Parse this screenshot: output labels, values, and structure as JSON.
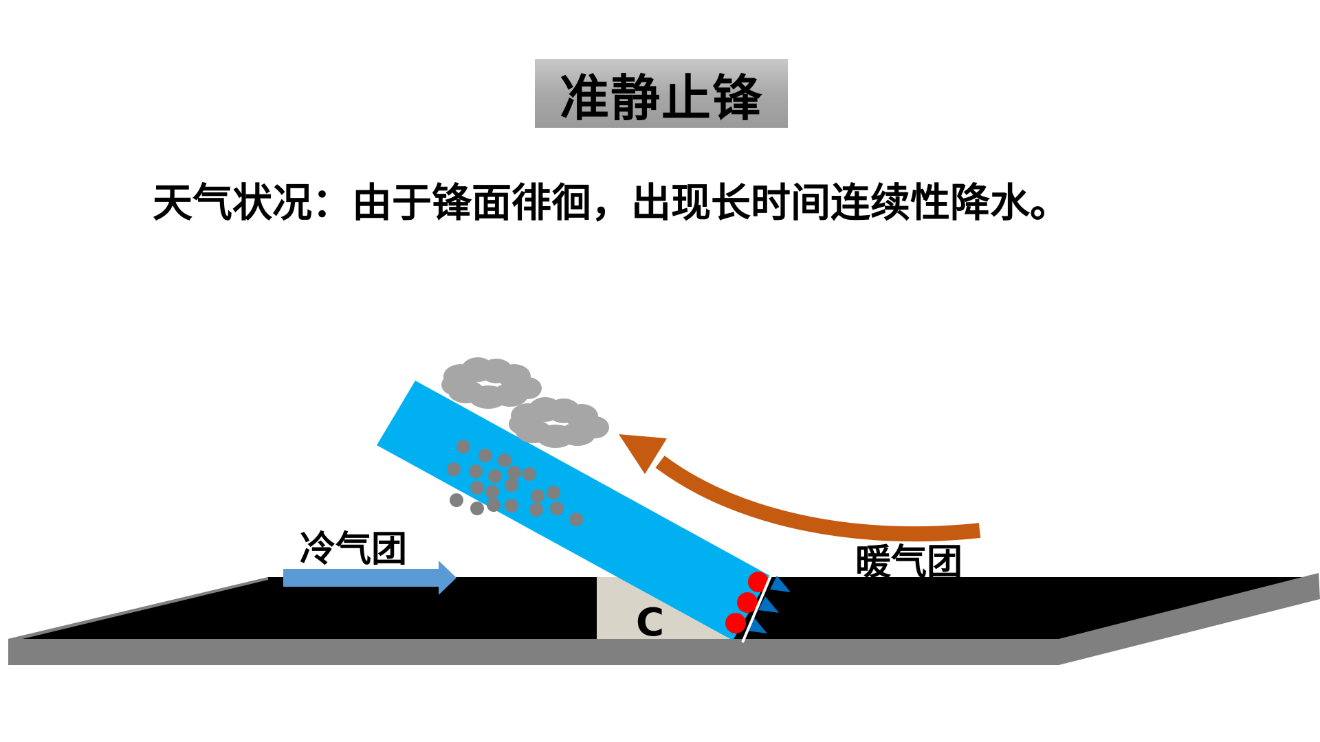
{
  "title": "准静止锋",
  "subtitle": "天气状况：由于锋面徘徊，出现长时间连续性降水。",
  "labels": {
    "cold_air_mass": "冷气团",
    "warm_air_mass": "暖气团",
    "cold_marker": "C"
  },
  "colors": {
    "frontal_band": "#00b0f0",
    "warm_arrow": "#c55a11",
    "cold_arrow": "#5b9bd5",
    "ground_top": "#000000",
    "ground_side": "#808080",
    "cold_wedge": "#d9d4c8",
    "cloud": "#a6a6a6",
    "rain": "#808080",
    "front_warm_symbol": "#ff0000",
    "front_cold_symbol": "#0070c0"
  },
  "icons": [
    "cloud-icon",
    "raindrop-icon",
    "arrow-icon",
    "stationary-front-symbol"
  ]
}
